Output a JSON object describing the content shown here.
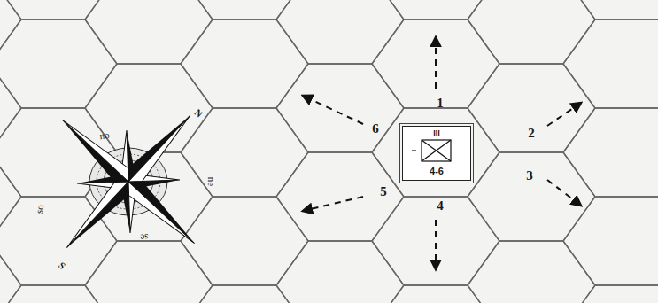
{
  "diagram": {
    "nodes": [
      {
        "text": [
          "III",
          "4-6"
        ]
      }
    ],
    "labels": [
      "1",
      "2",
      "3",
      "4",
      "5",
      "6",
      "N",
      "no",
      "ne",
      "so",
      "se",
      "S"
    ]
  }
}
